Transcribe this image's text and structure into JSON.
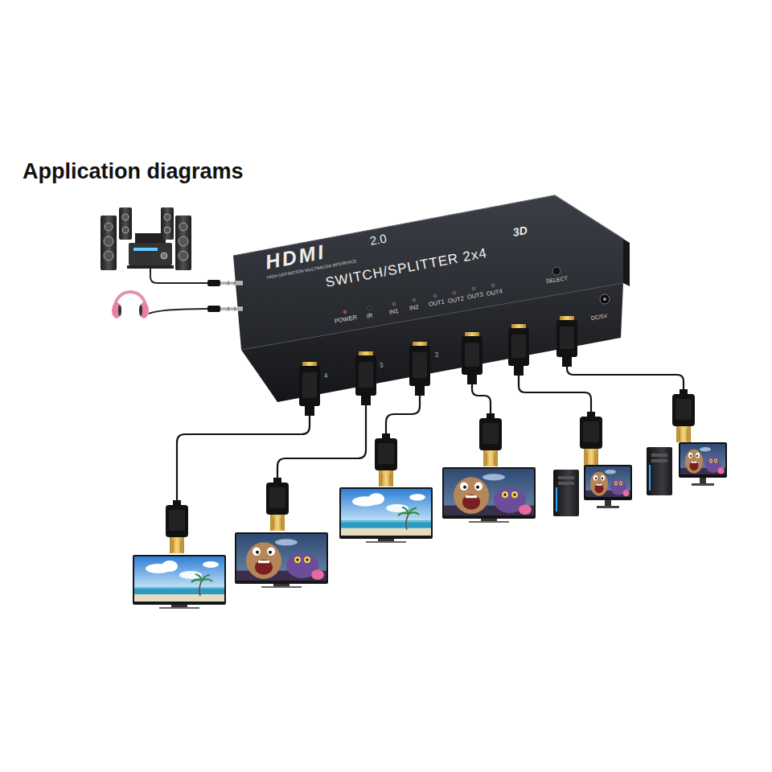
{
  "diagram": {
    "title": "Application diagrams",
    "nodes": [
      {
        "text": [
          "HDMI",
          "2.0",
          "SWITCH/SPLITTER 2x4",
          "3D"
        ]
      }
    ],
    "labels": [
      "HIGH DEFINITION MULTIMEDIA INTERFACE",
      "SELECT",
      "POWER",
      "IR",
      "IN1",
      "IN2",
      "OUT1",
      "OUT2",
      "OUT3",
      "OUT4",
      "DC/5V",
      "4",
      "3",
      "2"
    ]
  }
}
